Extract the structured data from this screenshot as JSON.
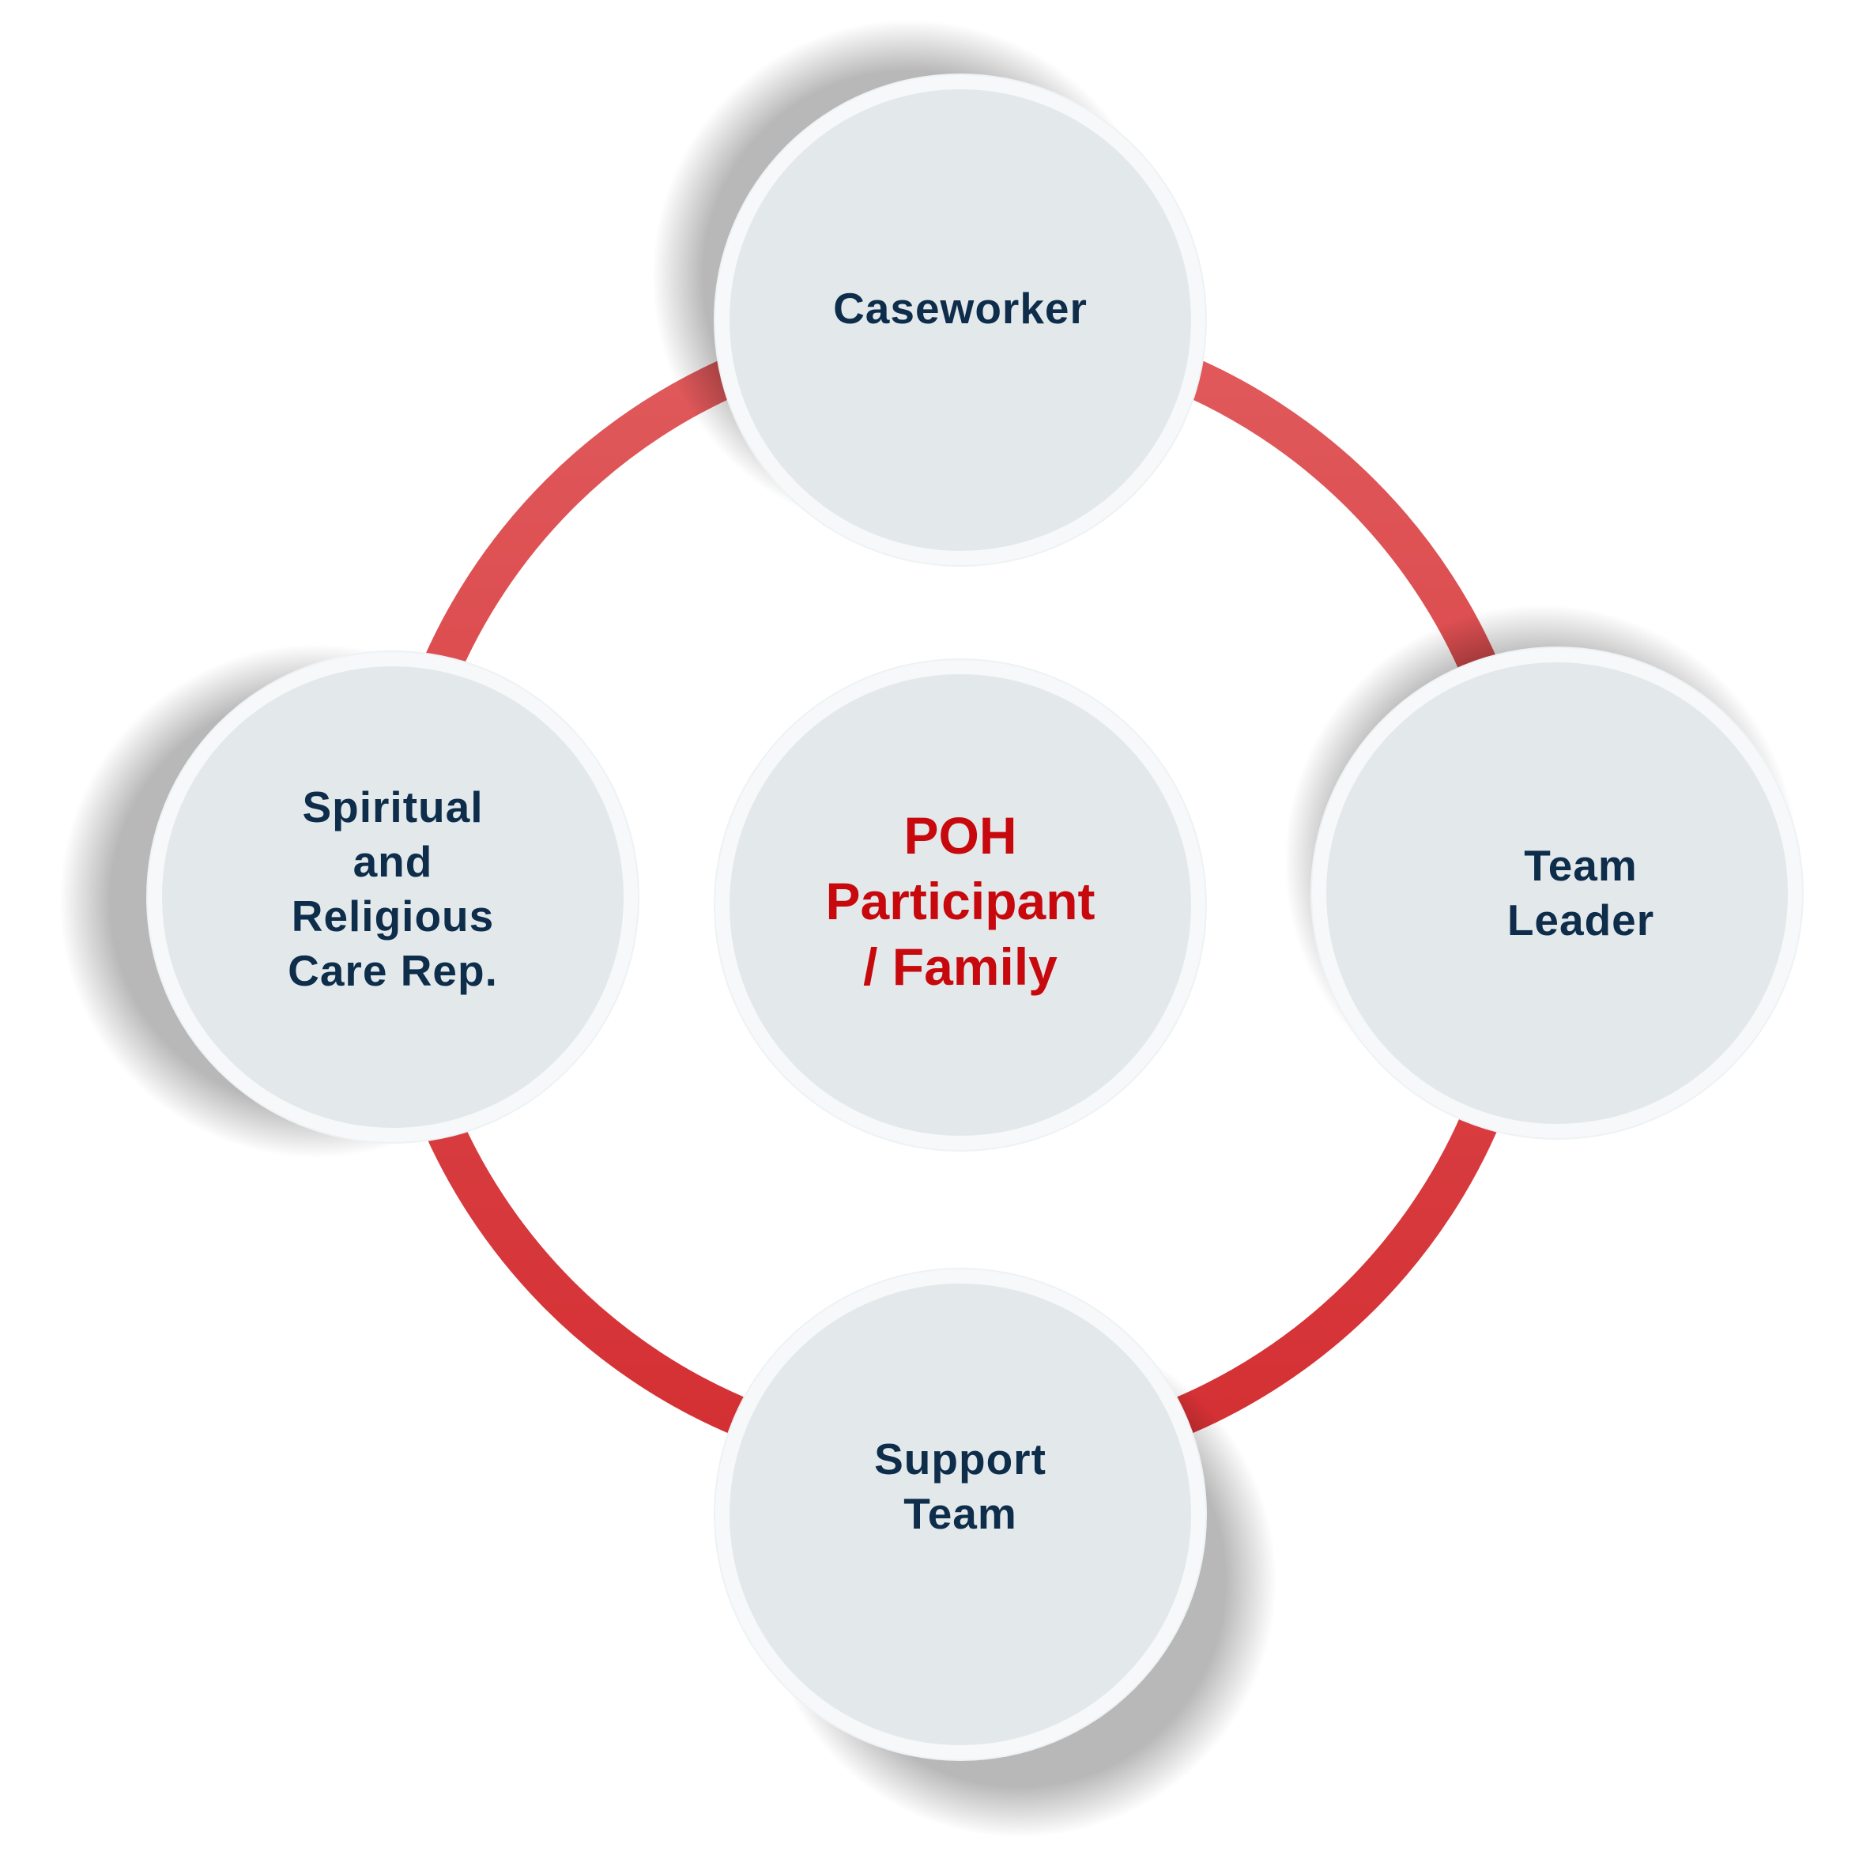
{
  "diagram": {
    "type": "hub-and-spoke cycle",
    "center": {
      "label": "POH\nParticipant\n/ Family"
    },
    "nodes": {
      "top": {
        "label": "Caseworker"
      },
      "right": {
        "label": "Team\nLeader"
      },
      "bottom": {
        "label": "Support\nTeam"
      },
      "left": {
        "label": "Spiritual\nand\nReligious\nCare Rep."
      }
    },
    "colors": {
      "ring": "#d8383c",
      "node_fill": "#e3e9eb",
      "node_border": "#f6f8f9",
      "node_text": "#0e2d4b",
      "center_text": "#c7090e"
    }
  }
}
